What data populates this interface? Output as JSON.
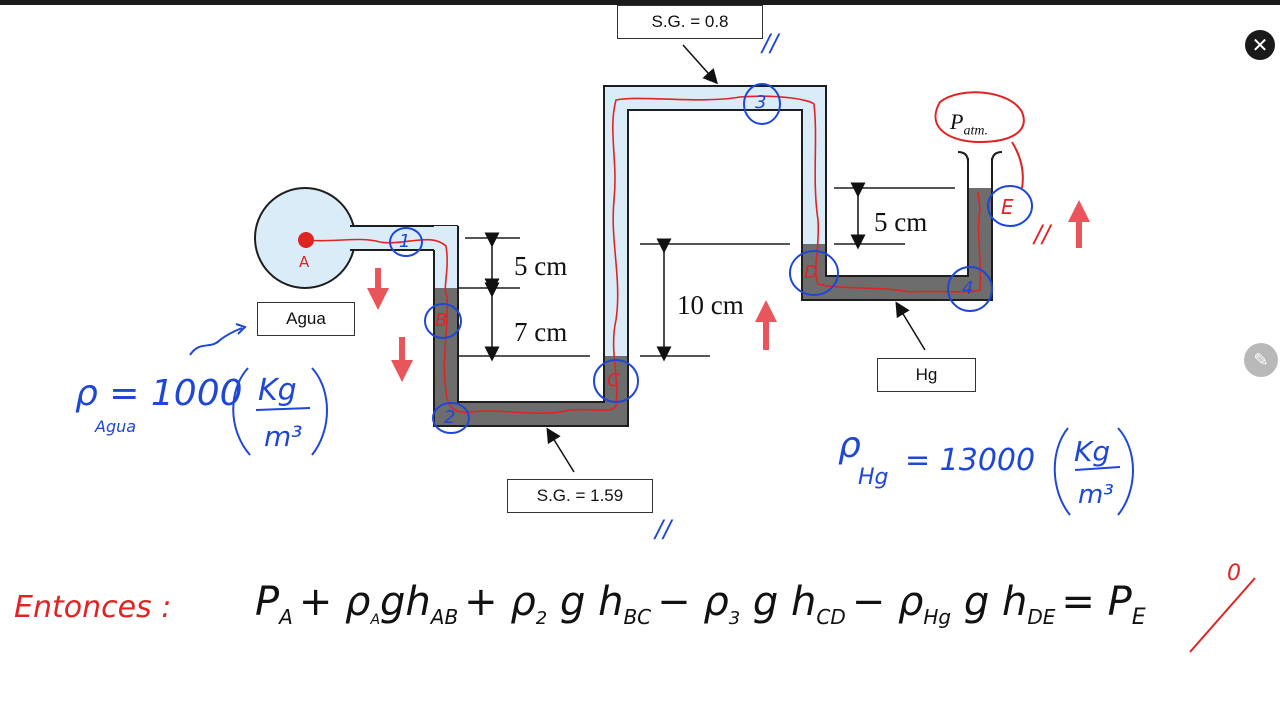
{
  "diagram": {
    "labels": {
      "sg_top": "S.G. = 0.8",
      "sg_bottom": "S.G. = 1.59",
      "agua": "Agua",
      "hg": "Hg",
      "point_a": "A"
    },
    "dimensions": {
      "d1": "5 cm",
      "d2": "7 cm",
      "d3": "10 cm",
      "d4": "5 cm"
    }
  },
  "annotations": {
    "patm": "P",
    "patm_sub": "atm.",
    "points": [
      "1",
      "B",
      "2",
      "C",
      "3",
      "D",
      "4",
      "E"
    ],
    "rho_agua": "ρ = 1000",
    "rho_agua_sub": "Agua",
    "rho_agua_units_num": "Kg",
    "rho_agua_units_den": "m³",
    "rho_hg": "ρ",
    "rho_hg_sub": "Hg",
    "rho_hg_value": "= 13000",
    "rho_hg_units_num": "Kg",
    "rho_hg_units_den": "m³",
    "tick_marks": "//",
    "patm_zero": "0"
  },
  "equation": {
    "lead": "Entonces :",
    "body": "P",
    "pA_sub": "A",
    "t1": "+ ρ",
    "t1_sub": "A",
    "t1b": "gh",
    "t1b_sub": "AB",
    "t2": "+ ρ",
    "t2_sub": "2",
    "t2b": "g h",
    "t2b_sub": "BC",
    "t3": "− ρ",
    "t3_sub": "3",
    "t3b": "g h",
    "t3b_sub": "CD",
    "t4": "− ρ",
    "t4_sub": "Hg",
    "t4b": "g h",
    "t4b_sub": "DE",
    "rhs": "= P",
    "rhs_sub": "E"
  },
  "colors": {
    "water": "#d9ecf8",
    "mercury": "#6d6d6d",
    "pipe_wall": "#1e1e1e",
    "ink_blue": "#1f47d6",
    "ink_red": "#e02424",
    "arrow_red": "#e8555a"
  },
  "icons": [
    "close-icon",
    "pencil-icon",
    "arrow-down-icon",
    "arrow-up-icon"
  ]
}
